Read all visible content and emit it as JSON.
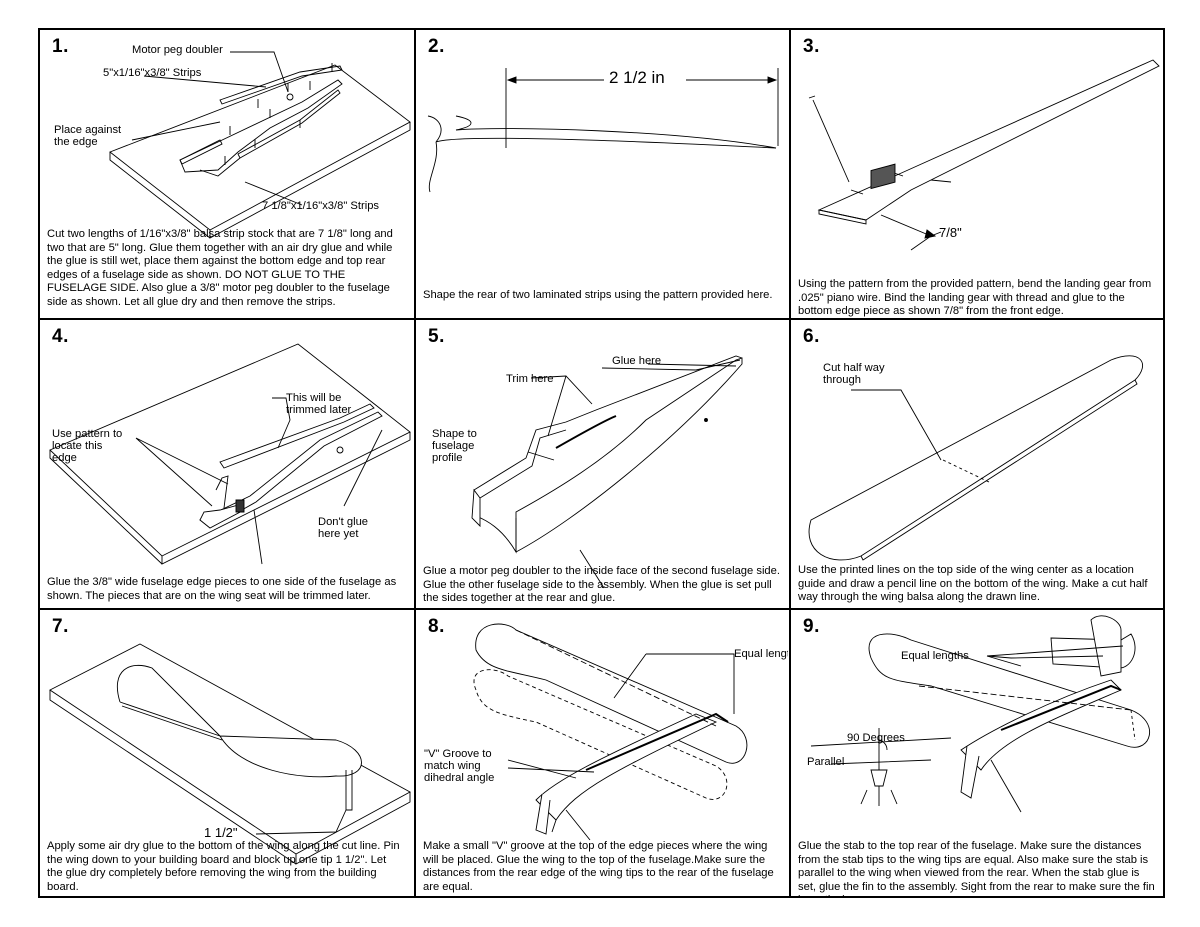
{
  "steps": [
    {
      "number": "1.",
      "caption": "Cut two lengths of 1/16\"x3/8\" balsa strip stock that are 7 1/8\" long and two that are 5\" long. Glue them together with an air dry glue and while the glue is still wet, place them against the bottom edge and top rear edges of a fuselage side as shown. DO NOT GLUE TO THE FUSELAGE SIDE. Also glue a 3/8\" motor peg doubler to the fuselage side as shown. Let all glue dry and then remove the strips.",
      "labels": [
        "Motor peg doubler",
        "5\"x1/16\"x3/8\" Strips",
        "Place against",
        "the edge",
        "7 1/8\"x1/16\"x3/8\" Strips"
      ]
    },
    {
      "number": "2.",
      "caption": "Shape the rear of two laminated strips using the pattern provided here.",
      "labels": [
        "2 1/2 in"
      ]
    },
    {
      "number": "3.",
      "caption": "Using the pattern from the provided pattern, bend the landing gear from .025\" piano wire. Bind the landing gear with thread and glue to the bottom edge piece as shown 7/8\" from the front edge.",
      "labels": [
        "7/8\""
      ]
    },
    {
      "number": "4.",
      "caption": "Glue the 3/8\" wide fuselage edge pieces to one side of the fuselage as shown. The pieces that are on the wing seat will be trimmed later.",
      "labels": [
        "This will be",
        "trimmed later",
        "Use pattern to",
        "locate this",
        "edge",
        "Don't glue",
        "here yet"
      ]
    },
    {
      "number": "5.",
      "caption": "Glue a motor peg doubler to the inside face of the second fuselage side. Glue the other fuselage side to the assembly. When the glue is set pull the sides together at the rear and glue.",
      "labels": [
        "Glue here",
        "Trim here",
        "Shape to",
        "fuselage",
        "profile"
      ]
    },
    {
      "number": "6.",
      "caption": "Use the printed lines on the top side of the wing center as a location guide and draw a pencil line on the bottom of the wing. Make a cut half way through the wing balsa along the drawn line.",
      "labels": [
        "Cut half way",
        "through"
      ]
    },
    {
      "number": "7.",
      "caption": "Apply some air dry glue to the bottom of the wing along the cut line. Pin the wing down to your building board and block up one tip 1 1/2\". Let the glue dry completely before removing the wing from the building board.",
      "labels": [
        "1 1/2\""
      ]
    },
    {
      "number": "8.",
      "caption": "Make a small \"V\" groove at the top of the edge pieces where the wing will be placed. Glue the wing to the top of the fuselage.Make sure the distances from the rear edge of the wing tips to the rear of the fuselage are equal.",
      "labels": [
        "Equal lengths",
        "\"V\" Groove to",
        "match wing",
        "dihedral angle"
      ]
    },
    {
      "number": "9.",
      "caption": "Glue the stab to the top rear of the fuselage. Make sure the distances from the stab tips to the wing tips are equal. Also make sure the stab is parallel to the wing when viewed from the rear. When the stab glue is set, glue the fin to the assembly. Sight from the rear to make sure the fin is vertical.",
      "labels": [
        "Equal lengths",
        "90 Degrees",
        "Parallel"
      ]
    }
  ]
}
